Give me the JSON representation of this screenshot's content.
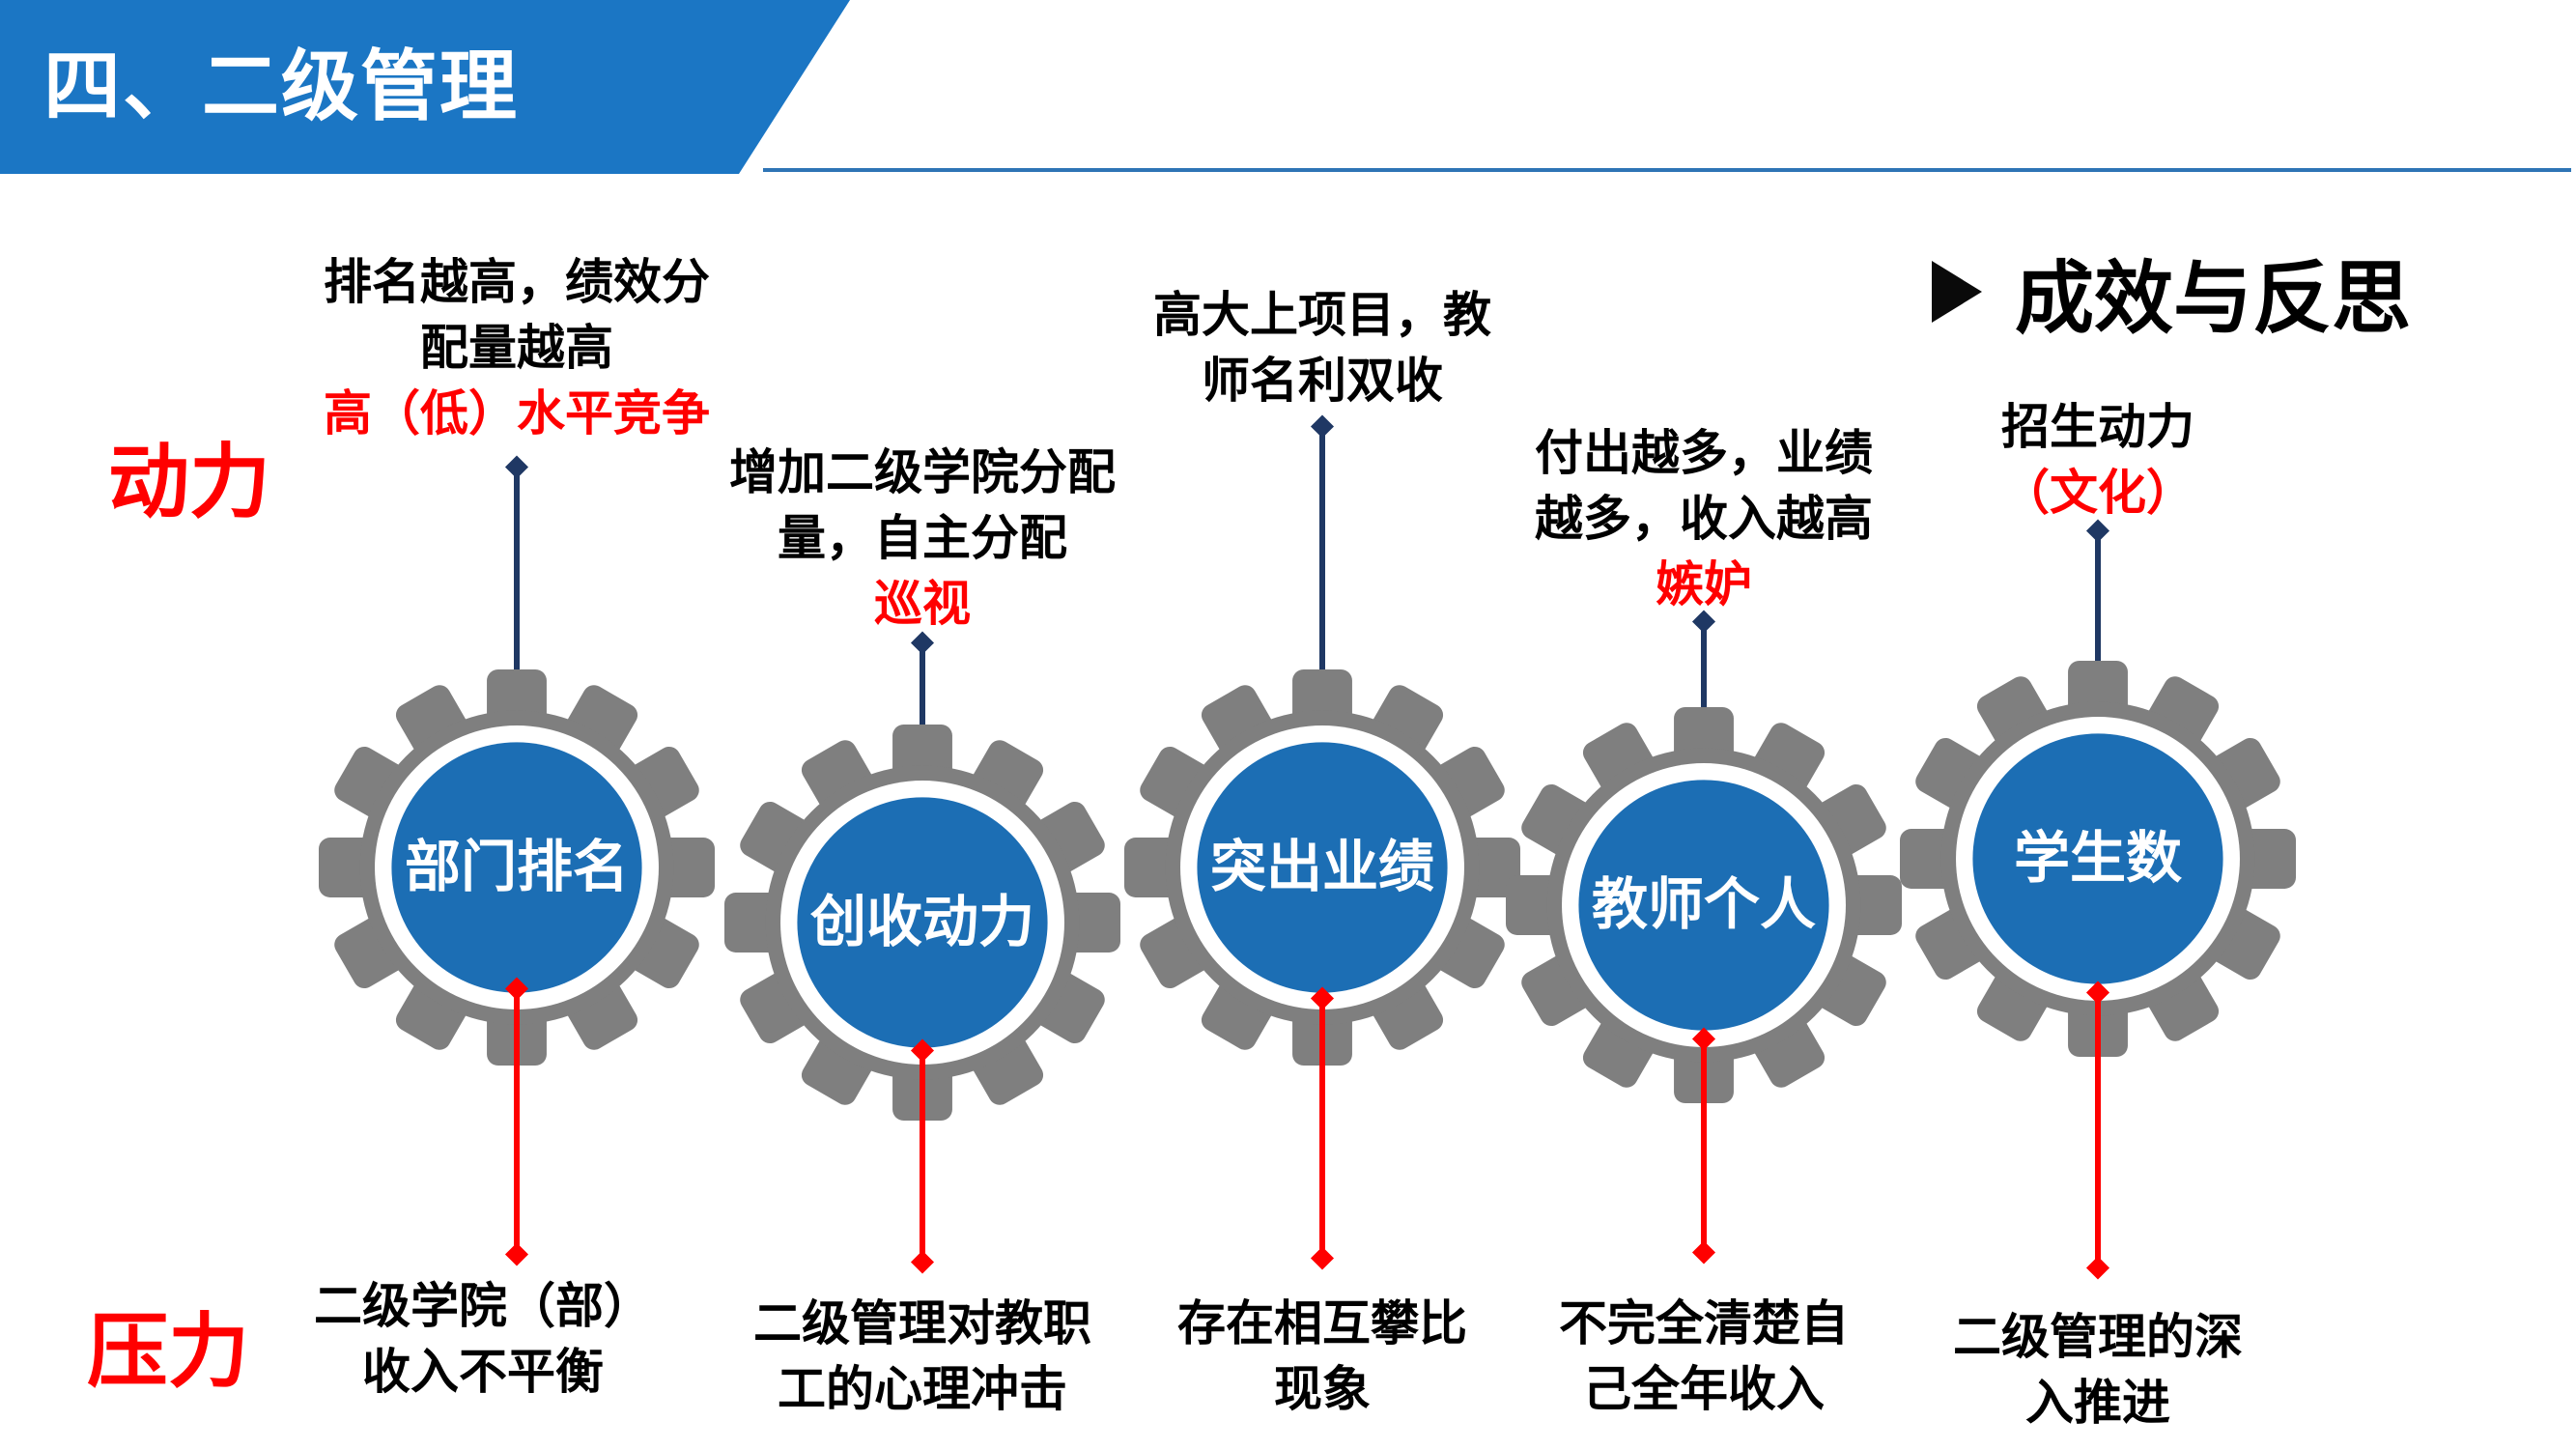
{
  "colors": {
    "header_blue": "#1B76C4",
    "circle_blue": "#1C6EB4",
    "gear_gray": "#7F7F7F",
    "navy": "#1F3864",
    "red": "#FF0000"
  },
  "header": {
    "banner_title": "四、二级管理",
    "section_title": "成效与反思"
  },
  "labels": {
    "power": "动力",
    "pressure": "压力"
  },
  "gears": [
    {
      "label": "部门排名",
      "top_lines": [
        "排名越高，绩效分",
        "配量越高"
      ],
      "top_red_lines": [
        "高（低）水平竞争"
      ],
      "bottom_lines": [
        "二级学院（部）",
        "收入不平衡"
      ]
    },
    {
      "label": "创收动力",
      "top_lines": [
        "增加二级学院分配",
        "量，自主分配"
      ],
      "top_red_lines": [
        "巡视"
      ],
      "bottom_lines": [
        "二级管理对教职",
        "工的心理冲击"
      ]
    },
    {
      "label": "突出业绩",
      "top_lines": [
        "高大上项目，教",
        "师名利双收"
      ],
      "top_red_lines": [],
      "bottom_lines": [
        "存在相互攀比",
        "现象"
      ]
    },
    {
      "label": "教师个人",
      "top_lines": [
        "付出越多，业绩",
        "越多，收入越高"
      ],
      "top_red_lines": [
        "嫉妒"
      ],
      "bottom_lines": [
        "不完全清楚自",
        "己全年收入"
      ]
    },
    {
      "label": "学生数",
      "top_lines": [
        "招生动力"
      ],
      "top_red_lines": [
        "（文化）"
      ],
      "bottom_lines": [
        "二级管理的深",
        "入推进"
      ]
    }
  ]
}
